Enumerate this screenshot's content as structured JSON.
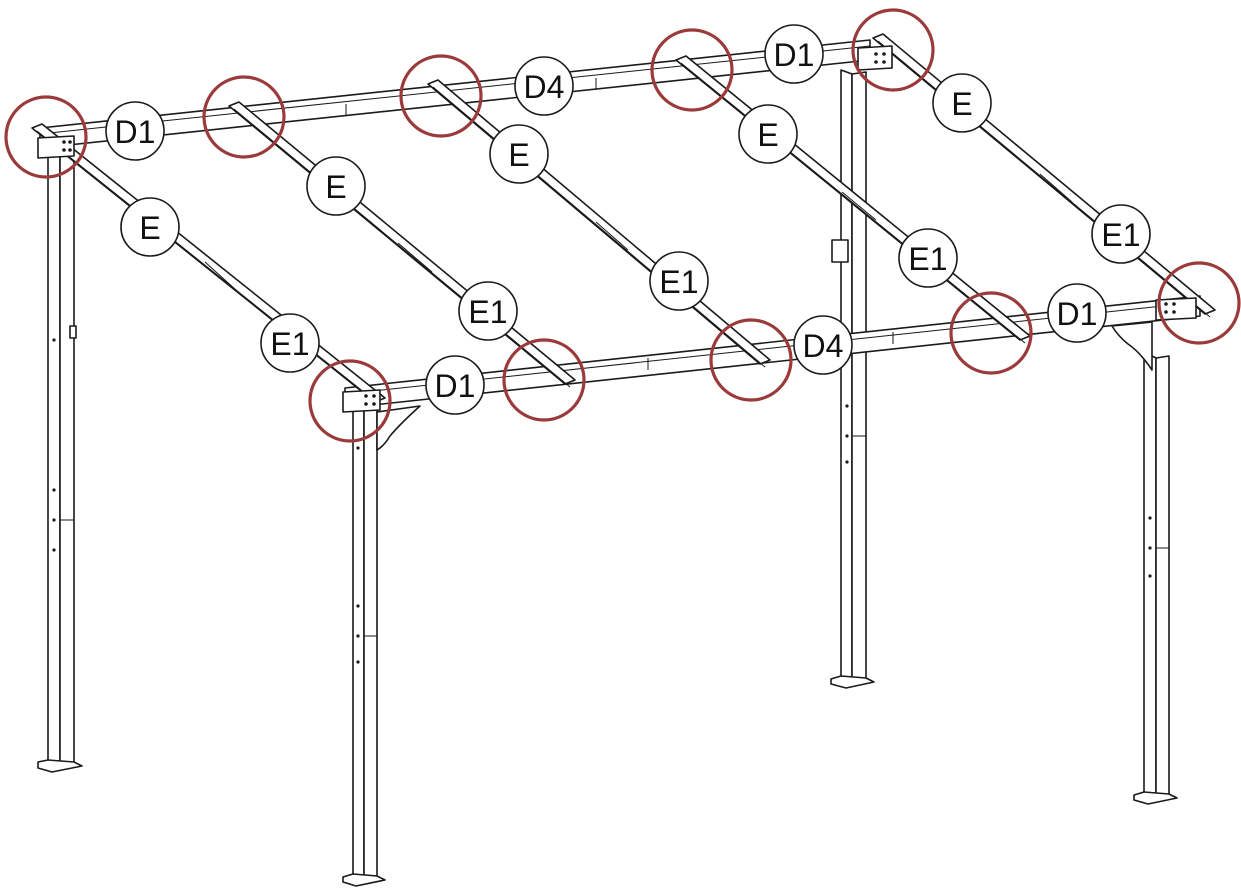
{
  "labels": {
    "d1": "D1",
    "d4": "D4",
    "e": "E",
    "e1": "E1"
  },
  "colors": {
    "line": "#1a1a1a",
    "highlight": "#9b3a3a",
    "background": "#ffffff"
  },
  "icons": {
    "highlight_marker": "circle-outline",
    "bracket": "triangular-gusset"
  }
}
